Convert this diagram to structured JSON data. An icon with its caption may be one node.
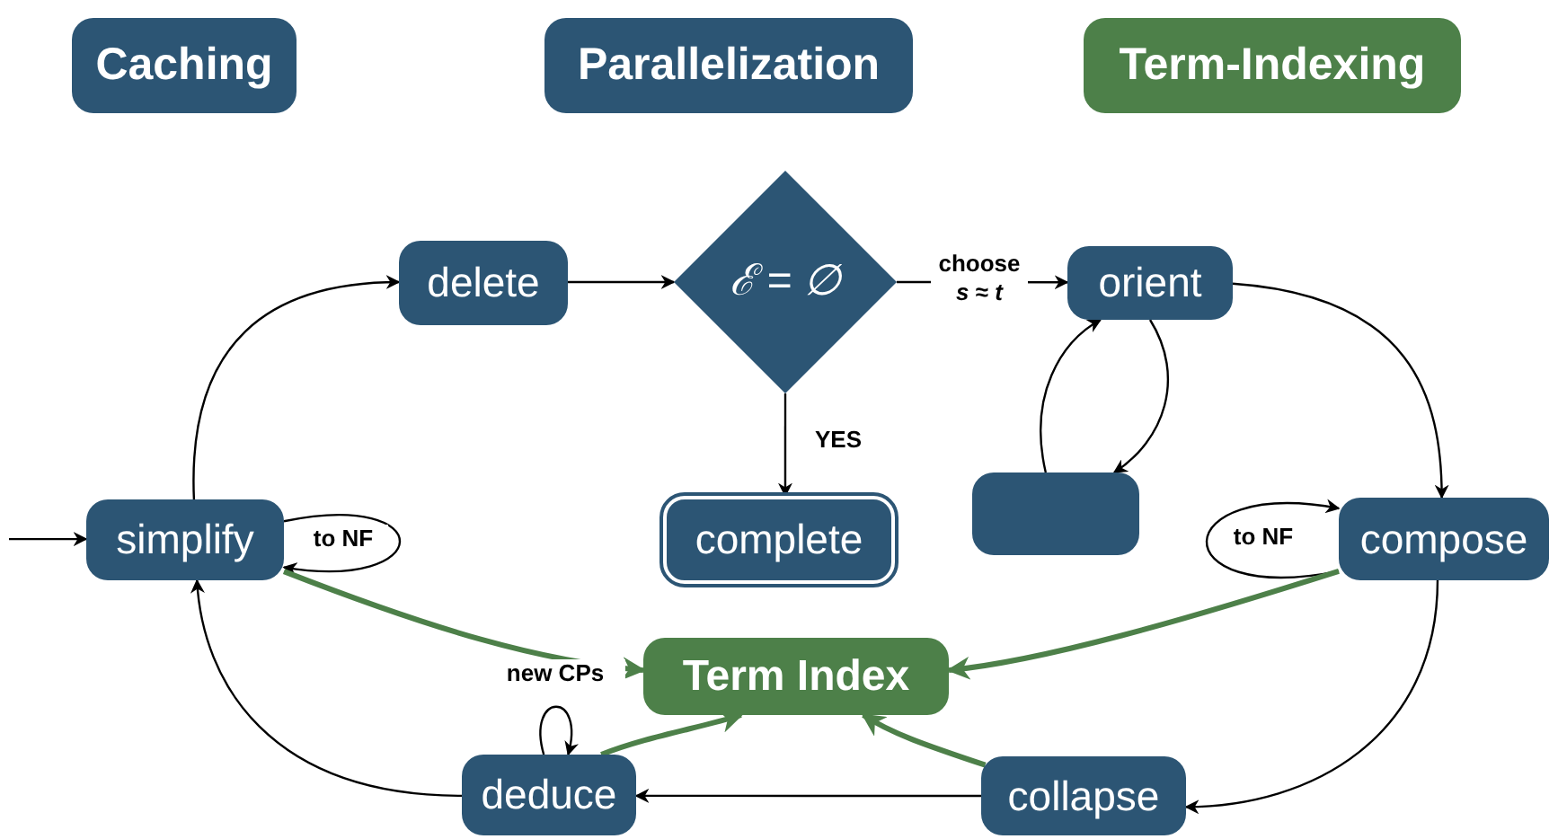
{
  "diagram": {
    "nodes": [
      {
        "text": [
          "Caching"
        ]
      },
      {
        "text": [
          "Parallelization"
        ]
      },
      {
        "text": [
          "Term-Indexing"
        ]
      },
      {
        "text": [
          "delete"
        ]
      },
      {
        "text": [
          "ℰ = ∅"
        ]
      },
      {
        "text": [
          "orient"
        ]
      },
      {
        "text": [],
        "shape": "box"
      },
      {
        "text": [
          "simplify"
        ]
      },
      {
        "text": [
          "complete"
        ]
      },
      {
        "text": [
          "compose"
        ]
      },
      {
        "text": [
          "Term Index"
        ]
      },
      {
        "text": [
          "deduce"
        ]
      },
      {
        "text": [
          "collapse"
        ]
      }
    ],
    "edges": [
      {
        "from": null,
        "to": 7,
        "arrow": "to"
      },
      {
        "from": 7,
        "to": 3,
        "arrow": "to"
      },
      {
        "from": 3,
        "to": 4,
        "arrow": "to"
      },
      {
        "from": 4,
        "to": 5,
        "arrow": "to",
        "label": "choose *s* ≈ *t*"
      },
      {
        "from": 4,
        "to": 8,
        "arrow": "to",
        "label": "YES"
      },
      {
        "from": 6,
        "to": 5,
        "arrow": "to"
      },
      {
        "from": 5,
        "to": 6,
        "arrow": "to"
      },
      {
        "from": 7,
        "to": 7,
        "arrow": "to",
        "label": "to NF"
      },
      {
        "from": 5,
        "to": 9,
        "arrow": "to"
      },
      {
        "from": 9,
        "to": 9,
        "arrow": "to",
        "label": "to NF"
      },
      {
        "from": 9,
        "to": 12,
        "arrow": "to"
      },
      {
        "from": 12,
        "to": 11,
        "arrow": "to"
      },
      {
        "from": 11,
        "to": 7,
        "arrow": "to"
      },
      {
        "from": 11,
        "to": 11,
        "arrow": "to",
        "label": "new CPs"
      },
      {
        "from": 7,
        "to": 10,
        "arrow": "to",
        "style": "thick",
        "color": "#4d8049"
      },
      {
        "from": 9,
        "to": 10,
        "arrow": "to",
        "style": "thick",
        "color": "#4d8049"
      },
      {
        "from": 11,
        "to": 10,
        "arrow": "to",
        "style": "thick",
        "color": "#4d8049"
      },
      {
        "from": 12,
        "to": 10,
        "arrow": "to",
        "style": "thick",
        "color": "#4d8049"
      }
    ]
  }
}
